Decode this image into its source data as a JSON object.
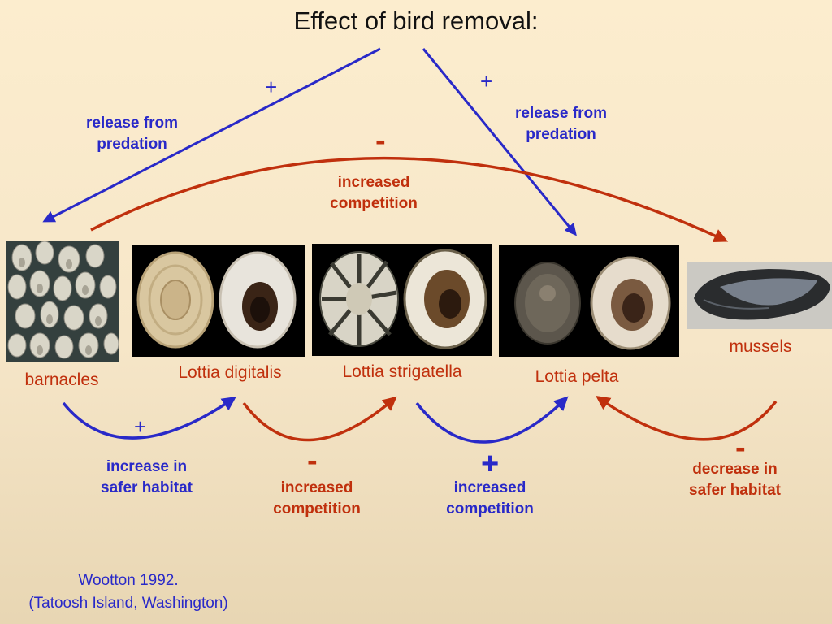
{
  "title": "Effect of bird removal:",
  "top": {
    "left_sign": "+",
    "left_label": [
      "release from",
      "predation"
    ],
    "right_sign": "+",
    "right_label": [
      "release from",
      "predation"
    ],
    "center_sign": "-",
    "center_label": [
      "increased",
      "competition"
    ]
  },
  "species": {
    "barnacles": "barnacles",
    "digitalis": "Lottia digitalis",
    "strigatella": "Lottia strigatella",
    "pelta": "Lottia pelta",
    "mussels": "mussels"
  },
  "bottom": [
    {
      "sign": "+",
      "label": [
        "increase in",
        "safer habitat"
      ],
      "color": "#2929c8"
    },
    {
      "sign": "-",
      "label": [
        "increased",
        "competition"
      ],
      "color": "#c0300d"
    },
    {
      "sign": "+",
      "label": [
        "increased",
        "competition"
      ],
      "color": "#2929c8"
    },
    {
      "sign": "-",
      "label": [
        "decrease in",
        "safer habitat"
      ],
      "color": "#c0300d"
    }
  ],
  "citation": [
    "Wootton 1992.",
    "(Tatoosh Island, Washington)"
  ],
  "colors": {
    "positive": "#2929c8",
    "negative": "#c0300d"
  }
}
